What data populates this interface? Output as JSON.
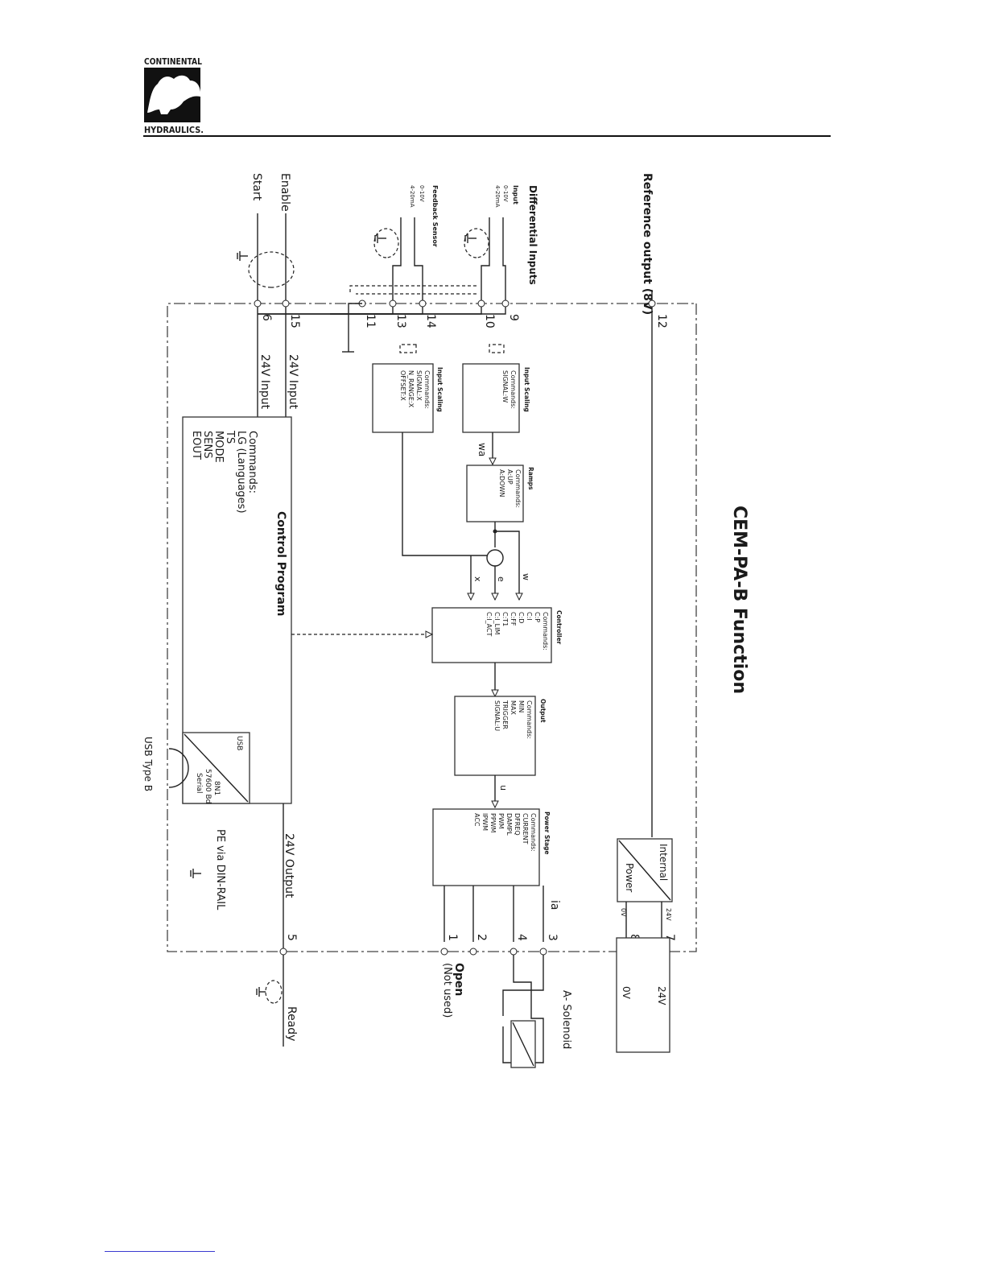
{
  "header": {
    "logo_text_top": "CONTINENTAL",
    "logo_text_bottom": "HYDRAULICS."
  },
  "diagram": {
    "title": "CEM-PA-B Function",
    "reference_output": "Reference output (8V)",
    "differential_inputs": "Differential Inputs",
    "input_label": "Input",
    "range_0_10v": "0-10V",
    "range_4_20ma": "4-20mA",
    "feedback_sensor": "Feedback Sensor",
    "enable": "Enable",
    "start": "Start",
    "input_24v": "24V Input",
    "output_24v": "24V Output",
    "pe_din_rail": "PE via DIN-RAIL",
    "usb_type_b": "USB Type B",
    "ready": "Ready",
    "open": "Open",
    "not_used": "(Not used)",
    "solenoid": "A- Solenoid",
    "v24": "24V",
    "v0": "0V",
    "v24_small": "24V",
    "v0_small": "0V",
    "internal": "Internal",
    "power": "Power",
    "pins": {
      "p12": "12",
      "p9": "9",
      "p10": "10",
      "p14": "14",
      "p13": "13",
      "p11": "11",
      "p15": "15",
      "p6": "6",
      "p7": "7",
      "p8": "8",
      "p3": "3",
      "p4": "4",
      "p2": "2",
      "p1": "1",
      "p5": "5"
    },
    "signals": {
      "wa": "wa",
      "w": "w",
      "e": "e",
      "x": "x",
      "u": "u",
      "ia": "ia"
    },
    "blocks": {
      "input_scaling_w": {
        "title": "Input Scaling",
        "lines": [
          "Commands:",
          "SIGNAL:W"
        ]
      },
      "input_scaling_x": {
        "title": "Input Scaling",
        "lines": [
          "Commands:",
          "SIGNAL:X",
          "N_RANGE:X",
          "OFFSET:X"
        ]
      },
      "ramps": {
        "title": "Ramps",
        "lines": [
          "Commands:",
          "A:UP",
          "A:DOWN"
        ]
      },
      "controller": {
        "title": "Controller",
        "lines": [
          "Commands:",
          "C:P",
          "C:I",
          "C:D",
          "C:FF",
          "C:T1",
          "C:I_LIM",
          "C:I_ACT"
        ]
      },
      "output": {
        "title": "Output",
        "lines": [
          "Commands:",
          "MIN",
          "MAX",
          "TRIGGER",
          "SIGNAL:U"
        ]
      },
      "power_stage": {
        "title": "Power Stage",
        "lines": [
          "Commands:",
          "CURRENT",
          "DFREQ",
          "DAMPL",
          "PWM",
          "PPWM",
          "IPWM",
          "ACC"
        ]
      },
      "control_program": {
        "title": "Control Program",
        "lines": [
          "Commands:",
          "LG (Languages)",
          "TS",
          "MODE",
          "SENS",
          "EOUT"
        ]
      },
      "usb": {
        "label": "USB",
        "serial": "Serial",
        "baud": "57600 Bd",
        "format": "8N1"
      }
    }
  }
}
